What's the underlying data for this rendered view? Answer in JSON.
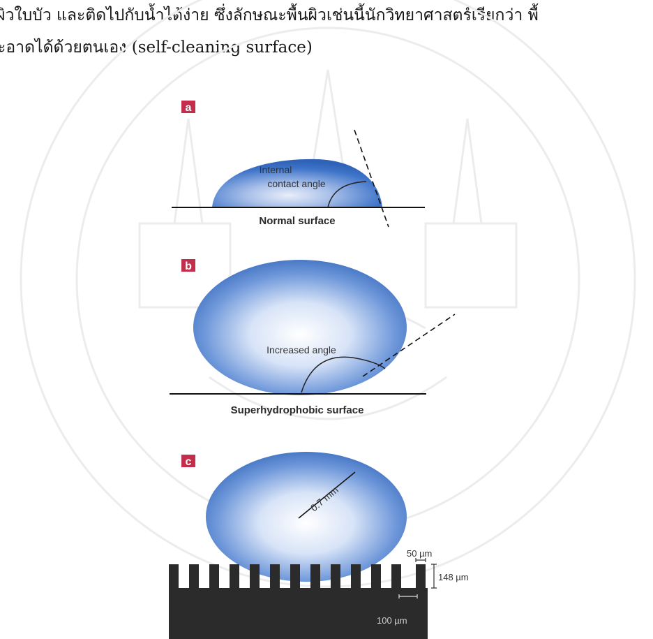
{
  "text": {
    "line1": "ผิวใบบัว และติดไปกับน้ำได้ง่าย ซึ่งลักษณะพื้นผิวเช่นนี้นักวิทยาศาสตร์เรียกว่า พื้",
    "line2": "ะอาดได้ด้วยตนเอง (self-cleaning surface)"
  },
  "figure": {
    "panels": [
      {
        "letter": "a",
        "caption": "Normal surface",
        "label_line1": "Internal",
        "label_line2": "contact angle"
      },
      {
        "letter": "b",
        "caption": "Superhydrophobic surface",
        "label": "Increased angle"
      },
      {
        "letter": "c",
        "radius_label": "0.7 mm",
        "pillar_width": "50 µm",
        "pillar_height": "148 µm",
        "pillar_spacing": "100 µm"
      }
    ],
    "colors": {
      "panel_marker": "#c42e4d",
      "drop_edge": "#2f63b8",
      "substrate": "#2b2b2b"
    }
  },
  "watermark": {
    "type": "university-seal"
  }
}
